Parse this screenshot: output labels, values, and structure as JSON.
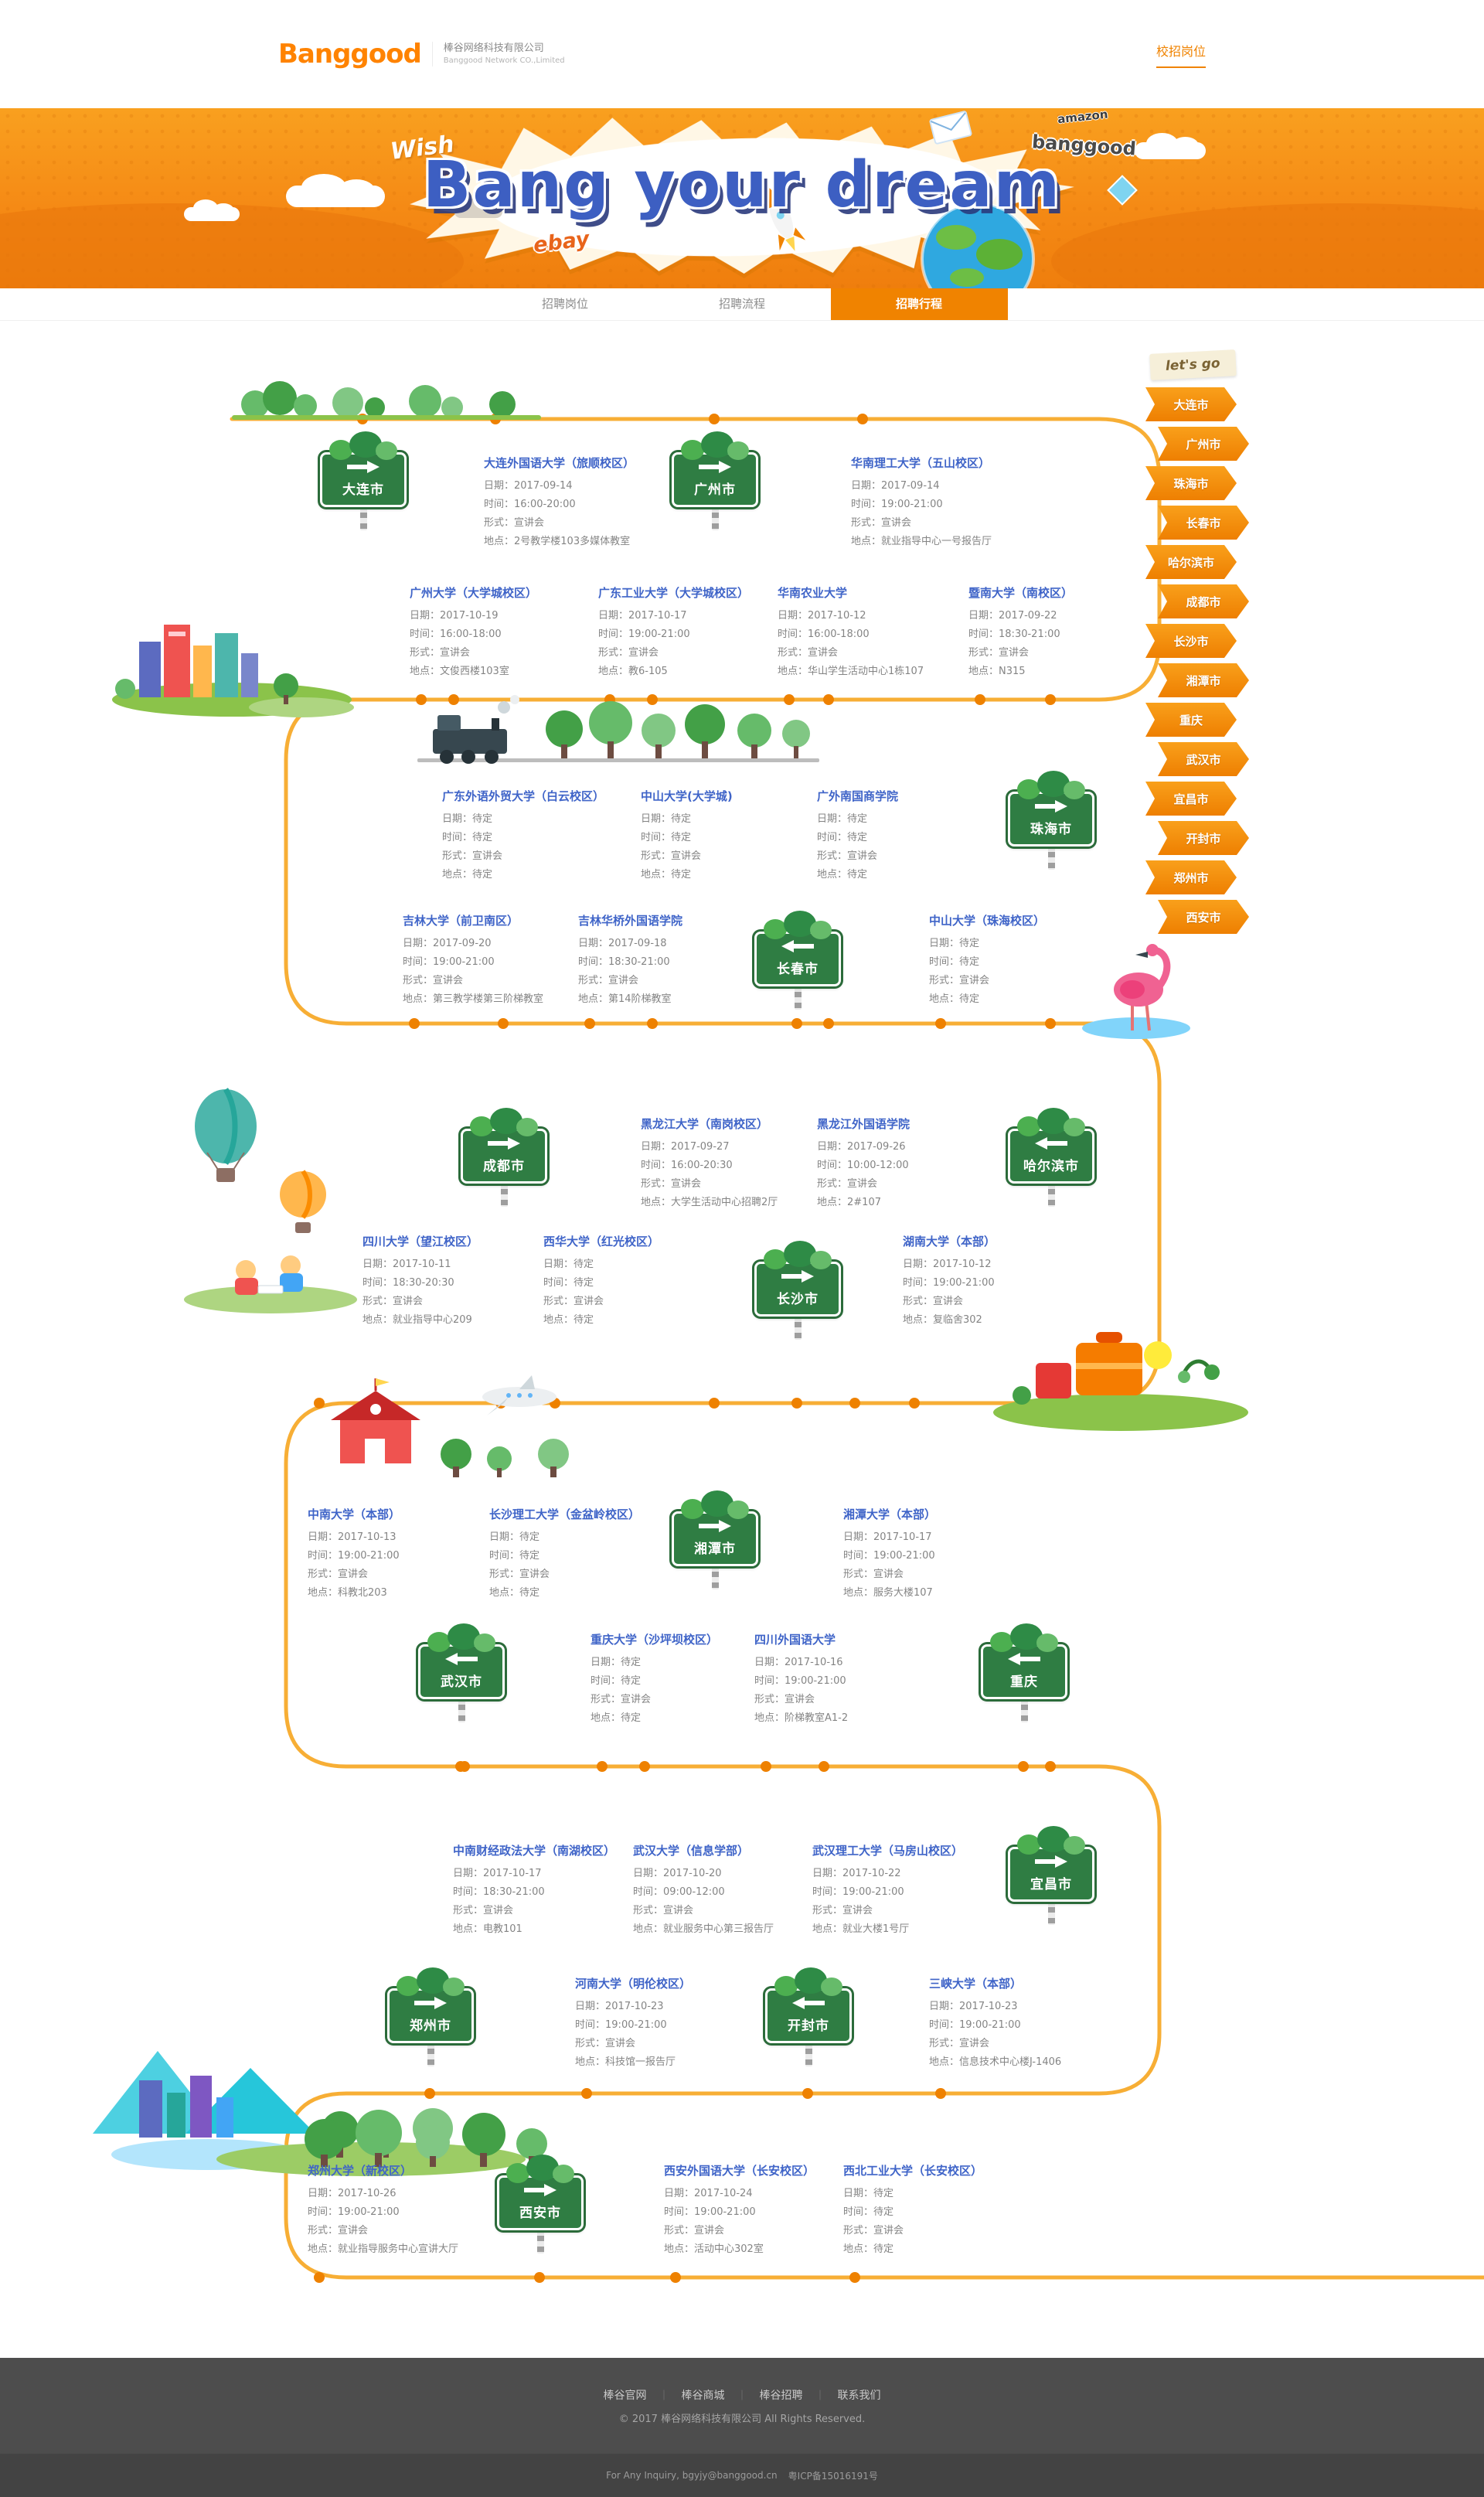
{
  "header": {
    "logo": "Banggood",
    "company_cn": "棒谷网络科技有限公司",
    "company_en": "Banggood Network CO.,Limited",
    "nav": "校招岗位"
  },
  "hero": {
    "title": "Bang your dream",
    "wish": "Wish",
    "ebay": "ebay",
    "banggood": "banggood",
    "amazon": "amazon"
  },
  "tabs": [
    {
      "label": "招聘岗位"
    },
    {
      "label": "招聘流程"
    },
    {
      "label": "招聘行程"
    }
  ],
  "active_tab": 2,
  "sidebar": {
    "title": "let's go",
    "cities": [
      "大连市",
      "广州市",
      "珠海市",
      "长春市",
      "哈尔滨市",
      "成都市",
      "长沙市",
      "湘潭市",
      "重庆",
      "武汉市",
      "宜昌市",
      "开封市",
      "郑州市",
      "西安市"
    ]
  },
  "labels": {
    "date": "日期：",
    "time": "时间：",
    "form": "形式：",
    "place": "地点："
  },
  "signs": [
    {
      "city": "大连市",
      "arrow": "right"
    },
    {
      "city": "广州市",
      "arrow": "right"
    },
    {
      "city": "珠海市",
      "arrow": "right"
    },
    {
      "city": "长春市",
      "arrow": "left"
    },
    {
      "city": "成都市",
      "arrow": "right"
    },
    {
      "city": "哈尔滨市",
      "arrow": "left"
    },
    {
      "city": "长沙市",
      "arrow": "right"
    },
    {
      "city": "湘潭市",
      "arrow": "right"
    },
    {
      "city": "武汉市",
      "arrow": "left"
    },
    {
      "city": "重庆",
      "arrow": "left"
    },
    {
      "city": "宜昌市",
      "arrow": "right"
    },
    {
      "city": "郑州市",
      "arrow": "right"
    },
    {
      "city": "开封市",
      "arrow": "left"
    },
    {
      "city": "西安市",
      "arrow": "right"
    }
  ],
  "schools": [
    {
      "name": "大连外国语大学（旅顺校区）",
      "date": "2017-09-14",
      "time": "16:00-20:00",
      "form": "宣讲会",
      "place": "2号教学楼103多媒体教室"
    },
    {
      "name": "华南理工大学（五山校区）",
      "date": "2017-09-14",
      "time": "19:00-21:00",
      "form": "宣讲会",
      "place": "就业指导中心一号报告厅"
    },
    {
      "name": "广州大学（大学城校区）",
      "date": "2017-10-19",
      "time": "16:00-18:00",
      "form": "宣讲会",
      "place": "文俊西楼103室"
    },
    {
      "name": "广东工业大学（大学城校区）",
      "date": "2017-10-17",
      "time": "19:00-21:00",
      "form": "宣讲会",
      "place": "教6-105"
    },
    {
      "name": "华南农业大学",
      "date": "2017-10-12",
      "time": "16:00-18:00",
      "form": "宣讲会",
      "place": "华山学生活动中心1栋107"
    },
    {
      "name": "暨南大学（南校区）",
      "date": "2017-09-22",
      "time": "18:30-21:00",
      "form": "宣讲会",
      "place": "N315"
    },
    {
      "name": "广东外语外贸大学（白云校区）",
      "date": "待定",
      "time": "待定",
      "form": "宣讲会",
      "place": "待定"
    },
    {
      "name": "中山大学(大学城)",
      "date": "待定",
      "time": "待定",
      "form": "宣讲会",
      "place": "待定"
    },
    {
      "name": "广外南国商学院",
      "date": "待定",
      "time": "待定",
      "form": "宣讲会",
      "place": "待定"
    },
    {
      "name": "吉林大学（前卫南区）",
      "date": "2017-09-20",
      "time": "19:00-21:00",
      "form": "宣讲会",
      "place": "第三教学楼第三阶梯教室"
    },
    {
      "name": "吉林华桥外国语学院",
      "date": "2017-09-18",
      "time": "18:30-21:00",
      "form": "宣讲会",
      "place": "第14阶梯教室"
    },
    {
      "name": "中山大学（珠海校区）",
      "date": "待定",
      "time": "待定",
      "form": "宣讲会",
      "place": "待定"
    },
    {
      "name": "黑龙江大学（南岗校区）",
      "date": "2017-09-27",
      "time": "16:00-20:30",
      "form": "宣讲会",
      "place": "大学生活动中心招聘2厅"
    },
    {
      "name": "黑龙江外国语学院",
      "date": "2017-09-26",
      "time": "10:00-12:00",
      "form": "宣讲会",
      "place": "2#107"
    },
    {
      "name": "四川大学（望江校区）",
      "date": "2017-10-11",
      "time": "18:30-20:30",
      "form": "宣讲会",
      "place": "就业指导中心209"
    },
    {
      "name": "西华大学（红光校区）",
      "date": "待定",
      "time": "待定",
      "form": "宣讲会",
      "place": "待定"
    },
    {
      "name": "湖南大学（本部）",
      "date": "2017-10-12",
      "time": "19:00-21:00",
      "form": "宣讲会",
      "place": "复临舍302"
    },
    {
      "name": "中南大学（本部）",
      "date": "2017-10-13",
      "time": "19:00-21:00",
      "form": "宣讲会",
      "place": "科教北203"
    },
    {
      "name": "长沙理工大学（金盆岭校区）",
      "date": "待定",
      "time": "待定",
      "form": "宣讲会",
      "place": "待定"
    },
    {
      "name": "湘潭大学（本部）",
      "date": "2017-10-17",
      "time": "19:00-21:00",
      "form": "宣讲会",
      "place": "服务大楼107"
    },
    {
      "name": "重庆大学（沙坪坝校区）",
      "date": "待定",
      "time": "待定",
      "form": "宣讲会",
      "place": "待定"
    },
    {
      "name": "四川外国语大学",
      "date": "2017-10-16",
      "time": "19:00-21:00",
      "form": "宣讲会",
      "place": "阶梯教室A1-2"
    },
    {
      "name": "中南财经政法大学（南湖校区）",
      "date": "2017-10-17",
      "time": "18:30-21:00",
      "form": "宣讲会",
      "place": "电教101"
    },
    {
      "name": "武汉大学（信息学部）",
      "date": "2017-10-20",
      "time": "09:00-12:00",
      "form": "宣讲会",
      "place": "就业服务中心第三报告厅"
    },
    {
      "name": "武汉理工大学（马房山校区）",
      "date": "2017-10-22",
      "time": "19:00-21:00",
      "form": "宣讲会",
      "place": "就业大楼1号厅"
    },
    {
      "name": "河南大学（明伦校区）",
      "date": "2017-10-23",
      "time": "19:00-21:00",
      "form": "宣讲会",
      "place": "科技馆一报告厅"
    },
    {
      "name": "三峡大学（本部）",
      "date": "2017-10-23",
      "time": "19:00-21:00",
      "form": "宣讲会",
      "place": "信息技术中心楼J-1406"
    },
    {
      "name": "郑州大学（新校区）",
      "date": "2017-10-26",
      "time": "19:00-21:00",
      "form": "宣讲会",
      "place": "就业指导服务中心宣讲大厅"
    },
    {
      "name": "西安外国语大学（长安校区）",
      "date": "2017-10-24",
      "time": "19:00-21:00",
      "form": "宣讲会",
      "place": "活动中心302室"
    },
    {
      "name": "西北工业大学（长安校区）",
      "date": "待定",
      "time": "待定",
      "form": "宣讲会",
      "place": "待定"
    }
  ],
  "footer": {
    "links": [
      "棒谷官网",
      "棒谷商城",
      "棒谷招聘",
      "联系我们"
    ],
    "separator": "｜",
    "copyright": "© 2017 棒谷网络科技有限公司 All Rights Reserved.",
    "inquiry": "For Any Inquiry, bgyjy@banggood.cn",
    "icp": "粤ICP备15016191号"
  }
}
